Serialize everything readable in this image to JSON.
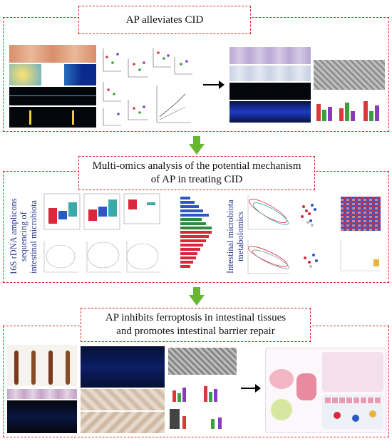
{
  "panel1": {
    "title": "AP alleviates CID",
    "icons": [
      "microscopy-grid-icon",
      "heatmap-icon",
      "bar-charts-icon",
      "histology-icon",
      "em-image-icon"
    ]
  },
  "panel2": {
    "title_line1": "Multi-omics analysis of the potential mechanism",
    "title_line2": "of AP in treating CID",
    "side_label_left_1": "16S rDNA amplicons",
    "side_label_left_2": "sequencing of",
    "side_label_left_3": "intestinal microbiota",
    "side_label_right_1": "Intestinal microbiota",
    "side_label_right_2": "metabolomics",
    "colors": {
      "red": "#d8283c",
      "teal": "#3aa9a7",
      "blue": "#2b58c4",
      "green": "#2e8b3a"
    }
  },
  "panel3": {
    "title_line1": "AP inhibits ferroptosis in intestinal tissues",
    "title_line2": "and promotes intestinal barrier repair"
  },
  "colors": {
    "border": "#d8282c",
    "arrow_green": "#67b830",
    "label_blue": "#2b3a8c"
  }
}
